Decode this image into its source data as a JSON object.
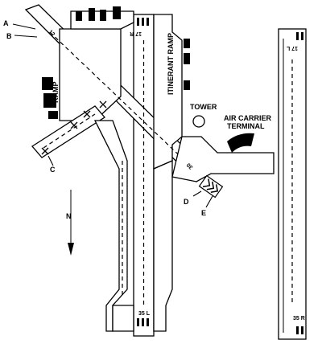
{
  "labels": {
    "A": "A",
    "B": "B",
    "C": "C",
    "D": "D",
    "E": "E",
    "ramp": "RAMP",
    "itinerant_ramp": "ITINERANT RAMP",
    "tower": "TOWER",
    "air_carrier_terminal_line1": "AIR CARRIER",
    "air_carrier_terminal_line2": "TERMINAL",
    "north": "N"
  },
  "runway_numbers": {
    "rwy_12": "12",
    "rwy_30": "30",
    "rwy_17R": "17\nR",
    "rwy_17L": "17\nL",
    "rwy_35L": "35\nL",
    "rwy_35R": "35\nR"
  },
  "colors": {
    "line": "#000000",
    "fill": "#ffffff"
  }
}
